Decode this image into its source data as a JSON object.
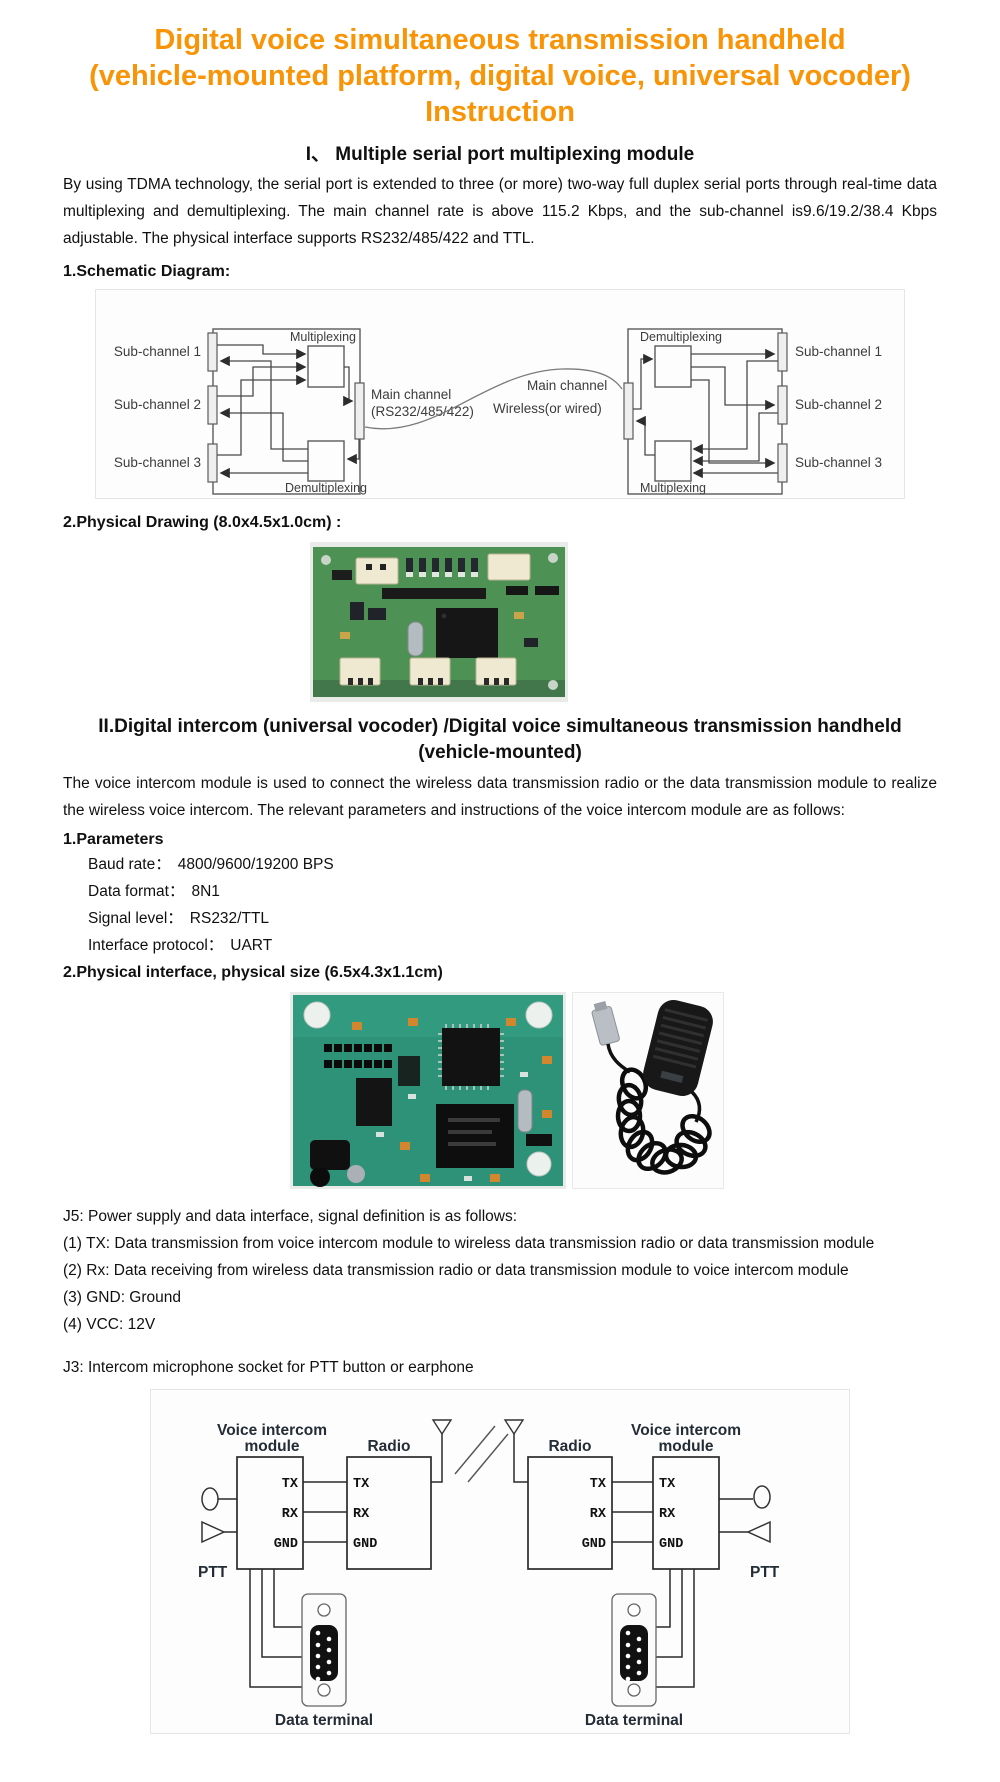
{
  "title": {
    "line1": "Digital voice simultaneous transmission handheld",
    "line2": "(vehicle-mounted platform, digital voice, universal vocoder)",
    "line3": "Instruction",
    "accent_color": "#f89406"
  },
  "section1": {
    "heading": "I、 Multiple serial port multiplexing module",
    "intro": "By using TDMA technology, the serial port is extended to three (or more) two-way full duplex serial ports through real-time data multiplexing and demultiplexing. The main channel rate is above 115.2 Kbps, and the sub-channel is9.6/19.2/38.4 Kbps adjustable. The physical interface supports RS232/485/422 and TTL.",
    "schematic_heading": "1.Schematic Diagram:",
    "physical_heading": "2.Physical Drawing (8.0x4.5x1.0cm) :"
  },
  "schematic": {
    "left": {
      "sub1": "Sub-channel 1",
      "sub2": "Sub-channel 2",
      "sub3": "Sub-channel 3",
      "mux": "Multiplexing",
      "demux": "Demultiplexing",
      "main_line1": "Main channel",
      "main_line2": "(RS232/485/422)"
    },
    "link": {
      "main": "Main channel",
      "wireless": "Wireless(or wired)"
    },
    "right": {
      "sub1": "Sub-channel 1",
      "sub2": "Sub-channel 2",
      "sub3": "Sub-channel 3",
      "mux": "Multiplexing",
      "demux": "Demultiplexing"
    }
  },
  "section2": {
    "heading_line1": "II.Digital intercom (universal vocoder) /Digital voice simultaneous transmission handheld",
    "heading_line2": "(vehicle-mounted)",
    "intro": "The voice intercom module is used to connect the wireless data transmission radio or the data transmission module to realize the wireless voice intercom. The relevant parameters and instructions of the voice intercom module are as follows:",
    "parameters_heading": "1.Parameters",
    "parameters": [
      {
        "label": "Baud rate：",
        "value": "4800/9600/19200 BPS"
      },
      {
        "label": "Data format：",
        "value": "8N1"
      },
      {
        "label": "Signal level：",
        "value": "RS232/TTL"
      },
      {
        "label": "Interface protocol：",
        "value": "UART"
      }
    ],
    "physical_heading": "2.Physical interface, physical size (6.5x4.3x1.1cm)",
    "j5_intro": "J5: Power supply and data interface, signal definition is as follows:",
    "j5_items": [
      "(1) TX: Data transmission from voice intercom module to wireless data transmission radio or data transmission module",
      "(2) Rx: Data receiving from wireless data transmission radio or data transmission module to voice intercom module",
      "(3) GND: Ground",
      "(4) VCC: 12V"
    ],
    "j3_line": "J3: Intercom microphone socket for PTT button or earphone"
  },
  "intercom": {
    "module_label1": "Voice intercom",
    "module_label2": "module",
    "radio": "Radio",
    "pins": [
      "TX",
      "RX",
      "GND"
    ],
    "ptt": "PTT",
    "data_terminal": "Data terminal"
  }
}
